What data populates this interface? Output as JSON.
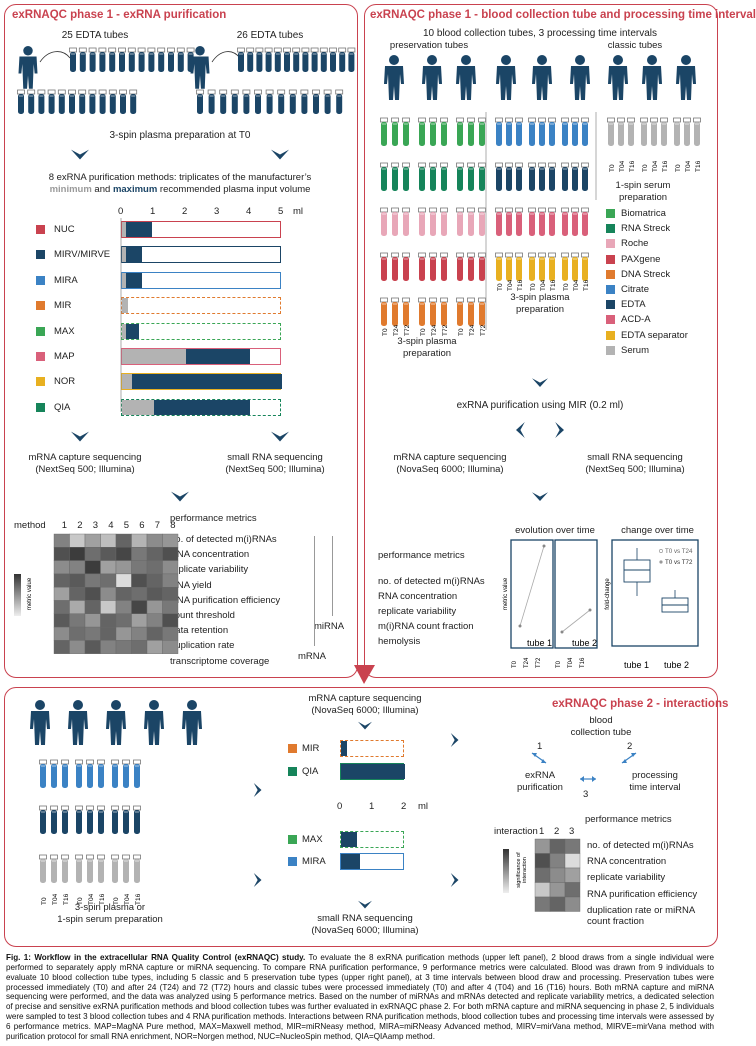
{
  "colors": {
    "accent": "#c9424f",
    "navy": "#1b4566",
    "grey": "#b3b3b3"
  },
  "panel1": {
    "title": "exRNAQC phase 1 - exRNA purification",
    "left_label": "25 EDTA tubes",
    "right_label": "26 EDTA tubes",
    "prep": "3-spin plasma preparation at T0",
    "methods_line1": "8 exRNA purification methods: triplicates of the manufacturer’s",
    "methods_min": "minimum",
    "methods_and": " and ",
    "methods_max": "maximum",
    "methods_rest": " recommended plasma input volume",
    "axis_ticks": [
      "0",
      "1",
      "2",
      "3",
      "4",
      "5"
    ],
    "axis_unit": "ml",
    "methods": [
      {
        "name": "NUC",
        "color": "#c9424f",
        "min": 0.1,
        "max": 0.9
      },
      {
        "name": "MIRV/MIRVE",
        "color": "#1b4566",
        "min": 0.1,
        "max": 0.6
      },
      {
        "name": "MIRA",
        "color": "#3b82c4",
        "min": 0.1,
        "max": 0.6
      },
      {
        "name": "MIR",
        "color": "#e07a2e",
        "min": 0.2,
        "max": 0.2
      },
      {
        "name": "MAX",
        "color": "#3aa655",
        "min": 0.1,
        "max": 0.5
      },
      {
        "name": "MAP",
        "color": "#d9607a",
        "min": 2,
        "max": 4
      },
      {
        "name": "NOR",
        "color": "#e8b020",
        "min": 0.3,
        "max": 5
      },
      {
        "name": "QIA",
        "color": "#16845a",
        "min": 1,
        "max": 4
      }
    ],
    "mrna_seq": "mRNA capture sequencing\n(NextSeq 500; Illumina)",
    "small_seq": "small RNA sequencing\n(NextSeq 500; Illumina)",
    "perf_title": "performance metrics",
    "method_label": "method",
    "method_nums": [
      "1",
      "2",
      "3",
      "4",
      "5",
      "6",
      "7",
      "8"
    ],
    "metrics": [
      "no. of detected m(i)RNAs",
      "RNA concentration",
      "replicate variability",
      "RNA yield",
      "RNA purification efficiency",
      "count threshold",
      "data retention",
      "duplication rate",
      "transcriptome coverage"
    ],
    "mirna_label": "miRNA",
    "mrna_label": "mRNA",
    "legend_label": "metric value",
    "heatmap": [
      [
        0.45,
        0.8,
        0.6,
        0.75,
        0.3,
        0.7,
        0.5,
        0.55
      ],
      [
        0.2,
        0.1,
        0.35,
        0.25,
        0.15,
        0.4,
        0.3,
        0.2
      ],
      [
        0.5,
        0.45,
        0.1,
        0.6,
        0.55,
        0.4,
        0.35,
        0.5
      ],
      [
        0.3,
        0.25,
        0.4,
        0.35,
        0.9,
        0.2,
        0.3,
        0.45
      ],
      [
        0.6,
        0.3,
        0.2,
        0.5,
        0.3,
        0.35,
        0.25,
        0.3
      ],
      [
        0.35,
        0.65,
        0.3,
        0.8,
        0.45,
        0.15,
        0.55,
        0.4
      ],
      [
        0.25,
        0.4,
        0.55,
        0.3,
        0.35,
        0.6,
        0.45,
        0.2
      ],
      [
        0.5,
        0.35,
        0.4,
        0.3,
        0.55,
        0.45,
        0.3,
        0.4
      ],
      [
        0.3,
        0.5,
        0.25,
        0.45,
        0.4,
        0.35,
        0.6,
        0.5
      ]
    ]
  },
  "panel2": {
    "title": "exRNAQC phase 1 - blood collection tube and processing time interval",
    "subtitle": "10 blood collection tubes, 3 processing time intervals",
    "pres_label": "preservation tubes",
    "classic_label": "classic tubes",
    "serum_prep": "1-spin serum\npreparation",
    "plasma_prep_left": "3-spin plasma\npreparation",
    "plasma_prep_mid": "3-spin plasma\npreparation",
    "time_pres": [
      "T0",
      "T24",
      "T72"
    ],
    "time_classic": [
      "T0",
      "T04",
      "T16"
    ],
    "tubes": [
      {
        "name": "Biomatrica",
        "color": "#3aa655"
      },
      {
        "name": "RNA Streck",
        "color": "#16845a"
      },
      {
        "name": "Roche",
        "color": "#e8a7b8"
      },
      {
        "name": "PAXgene",
        "color": "#c9424f"
      },
      {
        "name": "DNA Streck",
        "color": "#e07a2e"
      },
      {
        "name": "Citrate",
        "color": "#3b82c4"
      },
      {
        "name": "EDTA",
        "color": "#1b4566"
      },
      {
        "name": "ACD-A",
        "color": "#d9607a"
      },
      {
        "name": "EDTA separator",
        "color": "#e8b020"
      },
      {
        "name": "Serum",
        "color": "#b3b3b3"
      }
    ],
    "purif": "exRNA purification using MIR (0.2 ml)",
    "mrna_seq": "mRNA capture sequencing\n(NovaSeq 6000; Illumina)",
    "small_seq": "small RNA sequencing\n(NextSeq 500; Illumina)",
    "perf_title": "performance metrics",
    "metrics": [
      "no. of detected m(i)RNAs",
      "RNA concentration",
      "replicate variability",
      "m(i)RNA count fraction",
      "hemolysis"
    ],
    "evo_title": "evolution over time",
    "change_title": "change over time",
    "metric_axis": "metric value",
    "fold_axis": "fold-change",
    "tube1": "tube 1",
    "tube2": "tube 2",
    "legend_t24": "T0 vs T24",
    "legend_t72": "T0 vs T72"
  },
  "panel3": {
    "title": "exRNAQC phase 2 - interactions",
    "left_prep": "3-spin plasma or\n1-spin serum preparation",
    "time_labels": [
      "T0",
      "T04",
      "T16"
    ],
    "mrna_seq": "mRNA capture sequencing\n(NovaSeq 6000; Illumina)",
    "small_seq": "small RNA sequencing\n(NovaSeq 6000; Illumina)",
    "methods": [
      {
        "name": "MIR",
        "color": "#e07a2e"
      },
      {
        "name": "QIA",
        "color": "#16845a"
      },
      {
        "name": "MAX",
        "color": "#3aa655"
      },
      {
        "name": "MIRA",
        "color": "#3b82c4"
      }
    ],
    "axis_ticks": [
      "0",
      "1",
      "2"
    ],
    "axis_unit": "ml",
    "bct": "blood\ncollection tube",
    "purif": "exRNA\npurification",
    "pti": "processing\ntime interval",
    "n1": "1",
    "n2": "2",
    "n3": "3",
    "perf_title": "performance metrics",
    "interaction_label": "interaction",
    "inter_nums": [
      "1",
      "2",
      "3"
    ],
    "metrics": [
      "no. of detected m(i)RNAs",
      "RNA concentration",
      "replicate variability",
      "RNA purification efficiency",
      "duplication rate or miRNA\ncount fraction"
    ],
    "legend_label": "significance of\ninteraction",
    "heatmap": [
      [
        0.55,
        0.3,
        0.4
      ],
      [
        0.2,
        0.45,
        0.9
      ],
      [
        0.35,
        0.5,
        0.6
      ],
      [
        0.8,
        0.55,
        0.35
      ],
      [
        0.4,
        0.3,
        0.5
      ]
    ]
  },
  "caption": {
    "bold": "Fig. 1: Workflow in the extracellular RNA Quality Control (exRNAQC) study.",
    "text": " To evaluate the 8 exRNA purification methods (upper left panel), 2 blood draws from a single individual were performed to separately apply mRNA capture or miRNA sequencing. To compare RNA purification performance, 9 performance metrics were calculated. Blood was drawn from 9 individuals to evaluate 10 blood collection tube types, including 5 classic and 5 preservation tube types (upper right panel), at 3 time intervals between blood draw and processing. Preservation tubes were processed immediately (T0) and after 24 (T24) and 72 (T72) hours and classic tubes were processed immediately (T0) and after 4 (T04) and 16 (T16) hours. Both mRNA capture and miRNA sequencing were performed, and the data was analyzed using 5 performance metrics. Based on the number of miRNAs and mRNAs detected and replicate variability metrics, a dedicated selection of precise and sensitive exRNA purification methods and blood collection tubes was further evaluated in exRNAQC phase 2. For both mRNA capture and miRNA sequencing in phase 2, 5 individuals were sampled to test 3 blood collection tubes and 4 RNA purification methods. Interactions between RNA purification methods, blood collection tubes and processing time intervals were assessed by 6 performance metrics. MAP=MagNA Pure method, MAX=Maxwell method, MIR=miRNeasy method, MIRA=miRNeasy Advanced method, MIRV=mirVana method, MIRVE=mirVana method with purification protocol for small RNA enrichment, NOR=Norgen method, NUC=NucleoSpin method, QIA=QIAamp method."
  }
}
